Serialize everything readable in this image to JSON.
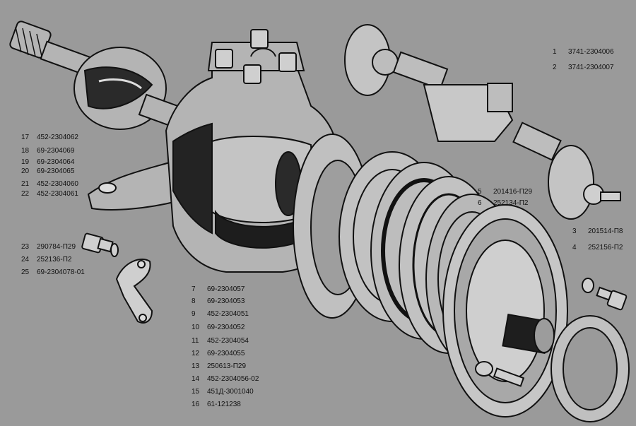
{
  "diagram": {
    "background": "#9a9a9a",
    "line_color": "#111111",
    "part_fill": "#b4b4b4",
    "callouts": [
      {
        "num": "1",
        "code": "3741-2304006"
      },
      {
        "num": "2",
        "code": "3741-2304007"
      },
      {
        "num": "3",
        "code": "201514-П8"
      },
      {
        "num": "4",
        "code": "252156-П2"
      },
      {
        "num": "5",
        "code": "201416-П29"
      },
      {
        "num": "6",
        "code": "252134-П2"
      },
      {
        "num": "7",
        "code": "69-2304057"
      },
      {
        "num": "8",
        "code": "69-2304053"
      },
      {
        "num": "9",
        "code": "452-2304051"
      },
      {
        "num": "10",
        "code": "69-2304052"
      },
      {
        "num": "11",
        "code": "452-2304054"
      },
      {
        "num": "12",
        "code": "69-2304055"
      },
      {
        "num": "13",
        "code": "250613-П29"
      },
      {
        "num": "14",
        "code": "452-2304056-02"
      },
      {
        "num": "15",
        "code": "451Д-3001040"
      },
      {
        "num": "16",
        "code": "61-121238"
      },
      {
        "num": "17",
        "code": "452-2304062"
      },
      {
        "num": "18",
        "code": "69-2304069"
      },
      {
        "num": "19",
        "code": "69-2304064"
      },
      {
        "num": "20",
        "code": "69-2304065"
      },
      {
        "num": "21",
        "code": "452-2304060"
      },
      {
        "num": "22",
        "code": "452-2304061"
      },
      {
        "num": "23",
        "code": "290784-П29"
      },
      {
        "num": "24",
        "code": "252136-П2"
      },
      {
        "num": "25",
        "code": "69-2304078-01"
      }
    ]
  }
}
